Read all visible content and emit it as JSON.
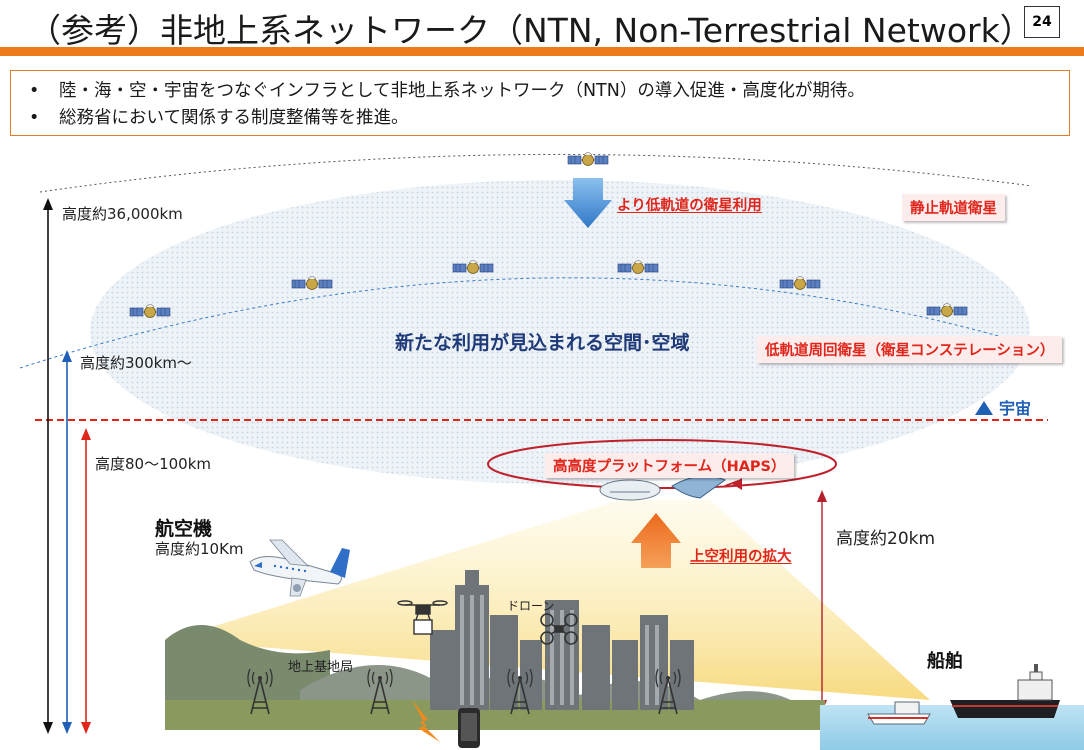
{
  "header": {
    "title": "（参考）非地上系ネットワーク（NTN, Non-Terrestrial Network）",
    "page_number": "24"
  },
  "summary": {
    "bullets": [
      "陸・海・空・宇宙をつなぐインフラとして非地上系ネットワーク（NTN）の導入促進・高度化が期待。",
      "総務省において関係する制度整備等を推進。"
    ],
    "bullet_mark": "•"
  },
  "altitudes": {
    "geo": "高度約36,000km",
    "leo": "高度約300km～",
    "boundary": "高度80～100km",
    "haps": "高度約20km"
  },
  "labels": {
    "lower_orbit": "より低軌道の衛星利用",
    "geo_sat": "静止軌道衛星",
    "new_use": "新たな利用が見込まれる空間･空域",
    "leo_constellation": "低軌道周回衛星（衛星コンステレーション）",
    "space": "宇宙",
    "haps": "高高度プラットフォーム（HAPS）",
    "aircraft": "航空機",
    "aircraft_alt": "高度約10Km",
    "sky_use": "上空利用の拡大",
    "drone": "ドローン",
    "base_station": "地上基地局",
    "ship": "船舶"
  },
  "colors": {
    "accent_orange": "#ee7b1a",
    "label_red": "#e0261b",
    "space_blue": "#1f5fb5",
    "arrow_blue": "#4a90d9",
    "arrow_orange": "#f07c2a",
    "boundary_red": "#e0261b"
  }
}
